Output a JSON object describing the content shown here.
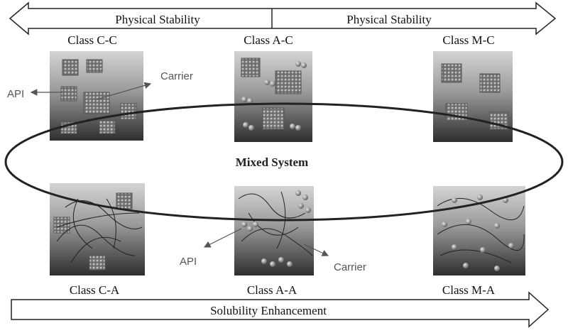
{
  "arrows": {
    "top_left": "Physical Stability",
    "top_right": "Physical Stability",
    "bottom": "Solubility Enhancement"
  },
  "classes": {
    "cc": "Class C-C",
    "ac": "Class A-C",
    "mc": "Class M-C",
    "ca": "Class C-A",
    "aa": "Class A-A",
    "ma": "Class M-A"
  },
  "annotations": {
    "api_top": "API",
    "carrier_top": "Carrier",
    "api_bottom": "API",
    "carrier_bottom": "Carrier"
  },
  "center_label": "Mixed System",
  "colors": {
    "panel_top": "#d2d2d2",
    "panel_bottom": "#3a3a3a",
    "crystal": "#8a8a8a",
    "fiber": "#2a2a2a",
    "outline": "#222222"
  }
}
